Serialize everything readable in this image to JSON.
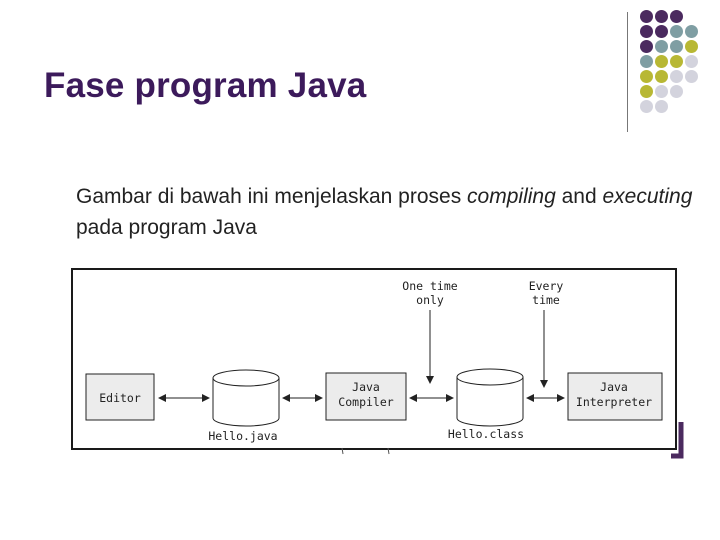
{
  "slide": {
    "title": "Fase program Java",
    "body": {
      "part1": "Gambar di bawah ini menjelaskan proses ",
      "em1": "compiling",
      "part2": " and ",
      "em2": "executing",
      "part3": " pada program Java"
    }
  },
  "decoration": {
    "dot_colors": {
      "purple": "#4b2a5f",
      "gray": "#7f9ea3",
      "olive": "#b8b834",
      "light": "#d3d3dd"
    }
  },
  "diagram": {
    "editor_label": "Editor",
    "source_label": "Hello.java",
    "compiler_label": [
      "Java",
      "Compiler"
    ],
    "class_label": "Hello.class",
    "interpreter_label": [
      "Java",
      "Interpreter"
    ],
    "one_time_label": [
      "One time",
      "only"
    ],
    "every_time_label": [
      "Every",
      "time"
    ]
  }
}
